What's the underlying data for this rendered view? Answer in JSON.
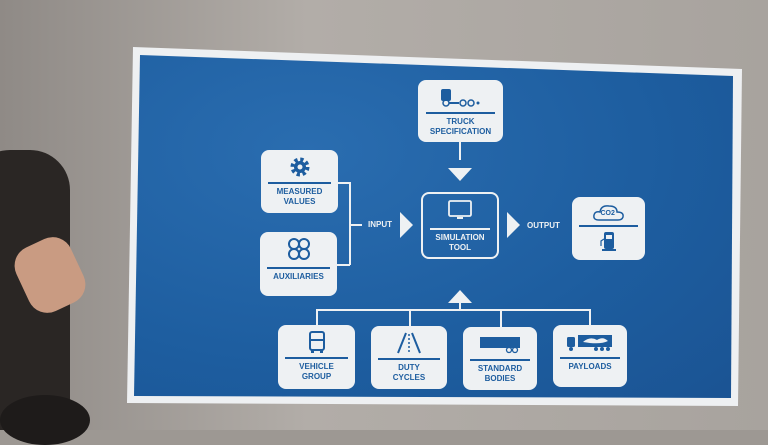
{
  "diagram": {
    "truck_spec": {
      "line1": "TRUCK",
      "line2": "SPECIFICATION"
    },
    "measured_values": {
      "line1": "MEASURED",
      "line2": "VALUES"
    },
    "auxiliaries": {
      "label": "AUXILIARIES"
    },
    "input_label": "INPUT",
    "simulation_tool": {
      "line1": "SIMULATION",
      "line2": "TOOL"
    },
    "output_label": "OUTPUT",
    "output_box": {
      "co2": "CO2"
    },
    "bottom": [
      {
        "line1": "VEHICLE",
        "line2": "GROUP"
      },
      {
        "line1": "DUTY",
        "line2": "CYCLES"
      },
      {
        "line1": "STANDARD",
        "line2": "BODIES"
      },
      {
        "line1": "PAYLOADS",
        "line2": ""
      }
    ],
    "colors": {
      "slide_blue": "#1d5d9f",
      "box_fill": "#eef1f3"
    }
  }
}
